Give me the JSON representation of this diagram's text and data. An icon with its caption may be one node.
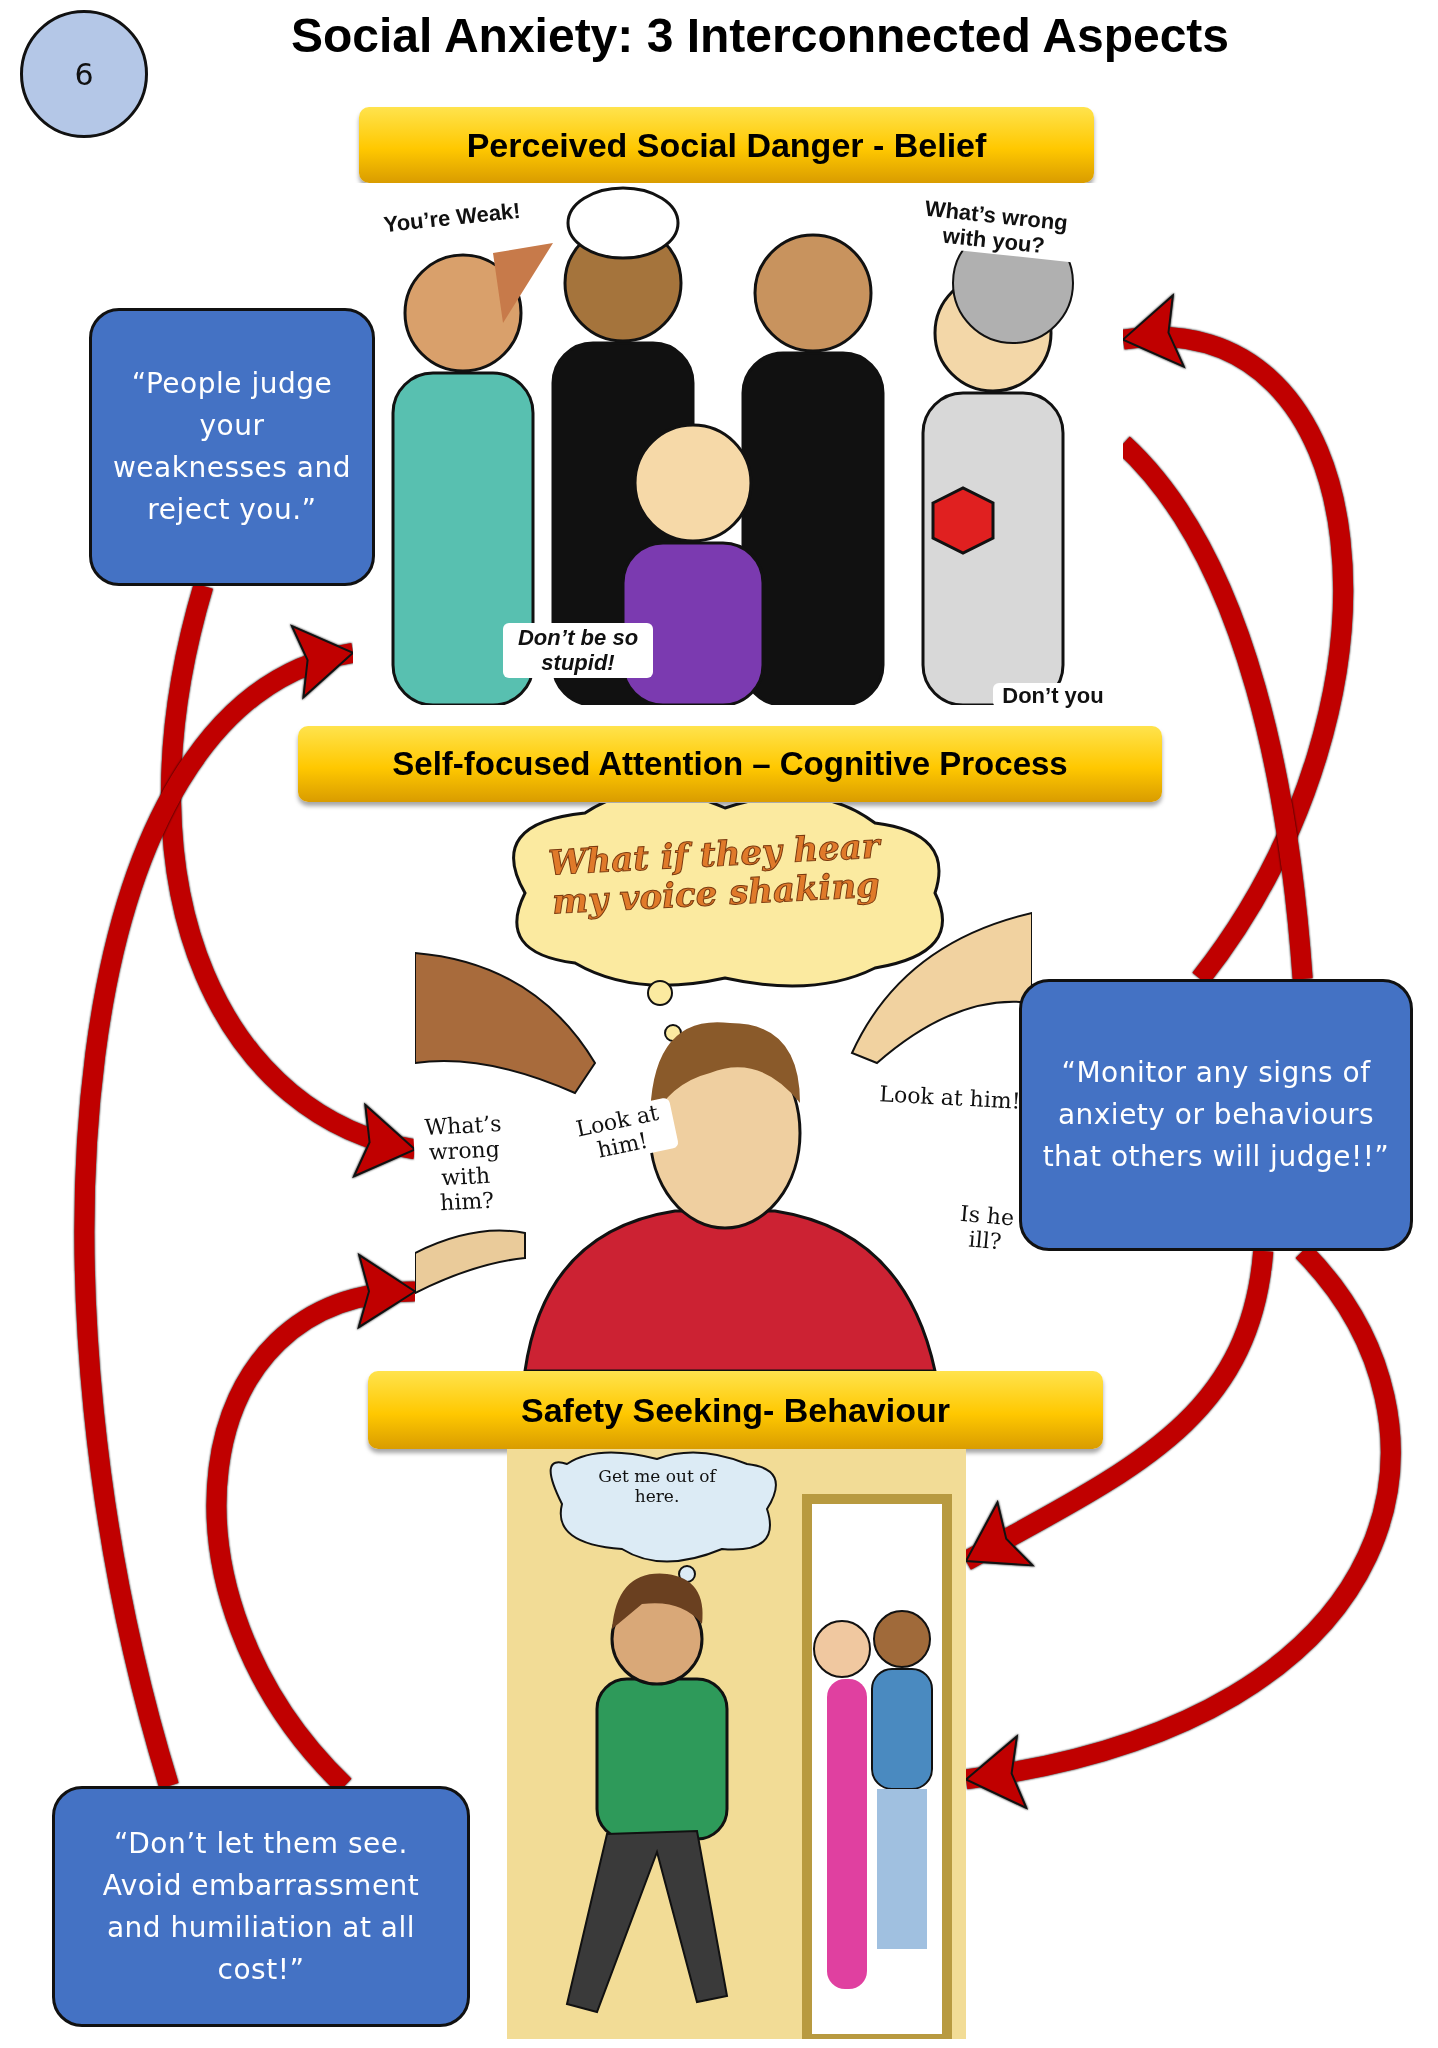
{
  "diagram": {
    "title": "Social Anxiety: 3 Interconnected Aspects",
    "nodes": [
      {
        "text": [
          "6"
        ]
      },
      {
        "text": [
          "Perceived Social Danger - Belief"
        ]
      },
      {
        "text": [
          "You’re Weak!",
          "What’s wrong with you?",
          "Don’t be so stupid!",
          "Don’t you"
        ]
      },
      {
        "text": [
          "“People judge your weaknesses and reject you.”"
        ]
      },
      {
        "text": [
          "Self-focused Attention – Cognitive Process"
        ]
      },
      {
        "text": [
          "What if they hear my voice shaking",
          "What’s wrong with him?",
          "Look at him!",
          "Look at him!",
          "Is he ill?"
        ]
      },
      {
        "text": [
          "“Monitor any signs of anxiety or behaviours that others will judge!!”"
        ]
      },
      {
        "text": [
          "Safety Seeking- Behaviour"
        ]
      },
      {
        "text": [
          "Get me out of here."
        ]
      },
      {
        "text": [
          "“Don’t let them see. Avoid embarrassment and humiliation at all cost!”"
        ]
      }
    ],
    "edges": [
      {
        "from": 3,
        "to": 5,
        "arrow": "to"
      },
      {
        "from": 9,
        "to": 2,
        "arrow": "to"
      },
      {
        "from": 9,
        "to": 5,
        "arrow": "to"
      },
      {
        "from": 6,
        "to": 2,
        "arrow": "to"
      },
      {
        "from": 2,
        "to": 6,
        "arrow": "none"
      },
      {
        "from": 6,
        "to": 8,
        "arrow": "to"
      },
      {
        "from": 6,
        "to": 8,
        "arrow": "to"
      }
    ]
  }
}
